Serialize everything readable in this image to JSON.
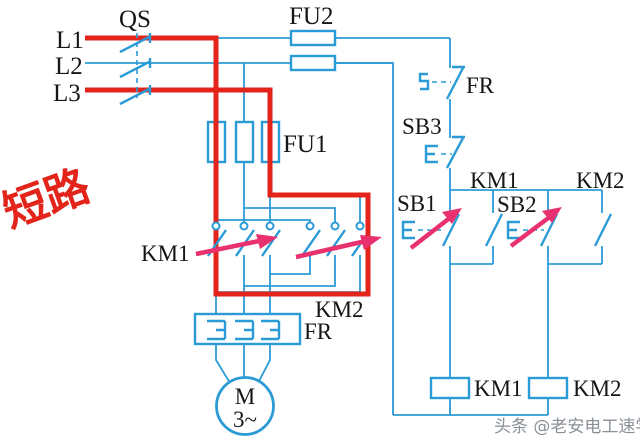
{
  "colors": {
    "background": "#ffffff",
    "wire_blue": "#2b9bd6",
    "highlight_red": "#e2241b",
    "arrow_pink": "#e8316e",
    "label_black": "#161616",
    "watermark_gray": "#8a9097"
  },
  "power_section": {
    "phase_labels": [
      "L1",
      "L2",
      "L3"
    ],
    "switch_label": "QS",
    "main_fuse_label": "FU2",
    "branch_fuse_label": "FU1"
  },
  "main_circuit": {
    "contactor1_label": "KM1",
    "contactor2_label": "KM2",
    "thermal_relay_label": "FR",
    "motor_label": "M",
    "motor_phases": "3~"
  },
  "control_circuit": {
    "thermal_contact_label": "FR",
    "stop_button_label": "SB3",
    "start_button1_label": "SB1",
    "start_button2_label": "SB2",
    "aux_contact1_label": "KM1",
    "aux_contact2_label": "KM2",
    "coil1_label": "KM1",
    "coil2_label": "KM2"
  },
  "annotations": {
    "fault_label": "短路",
    "watermark": "头条 @老安电工速学"
  }
}
